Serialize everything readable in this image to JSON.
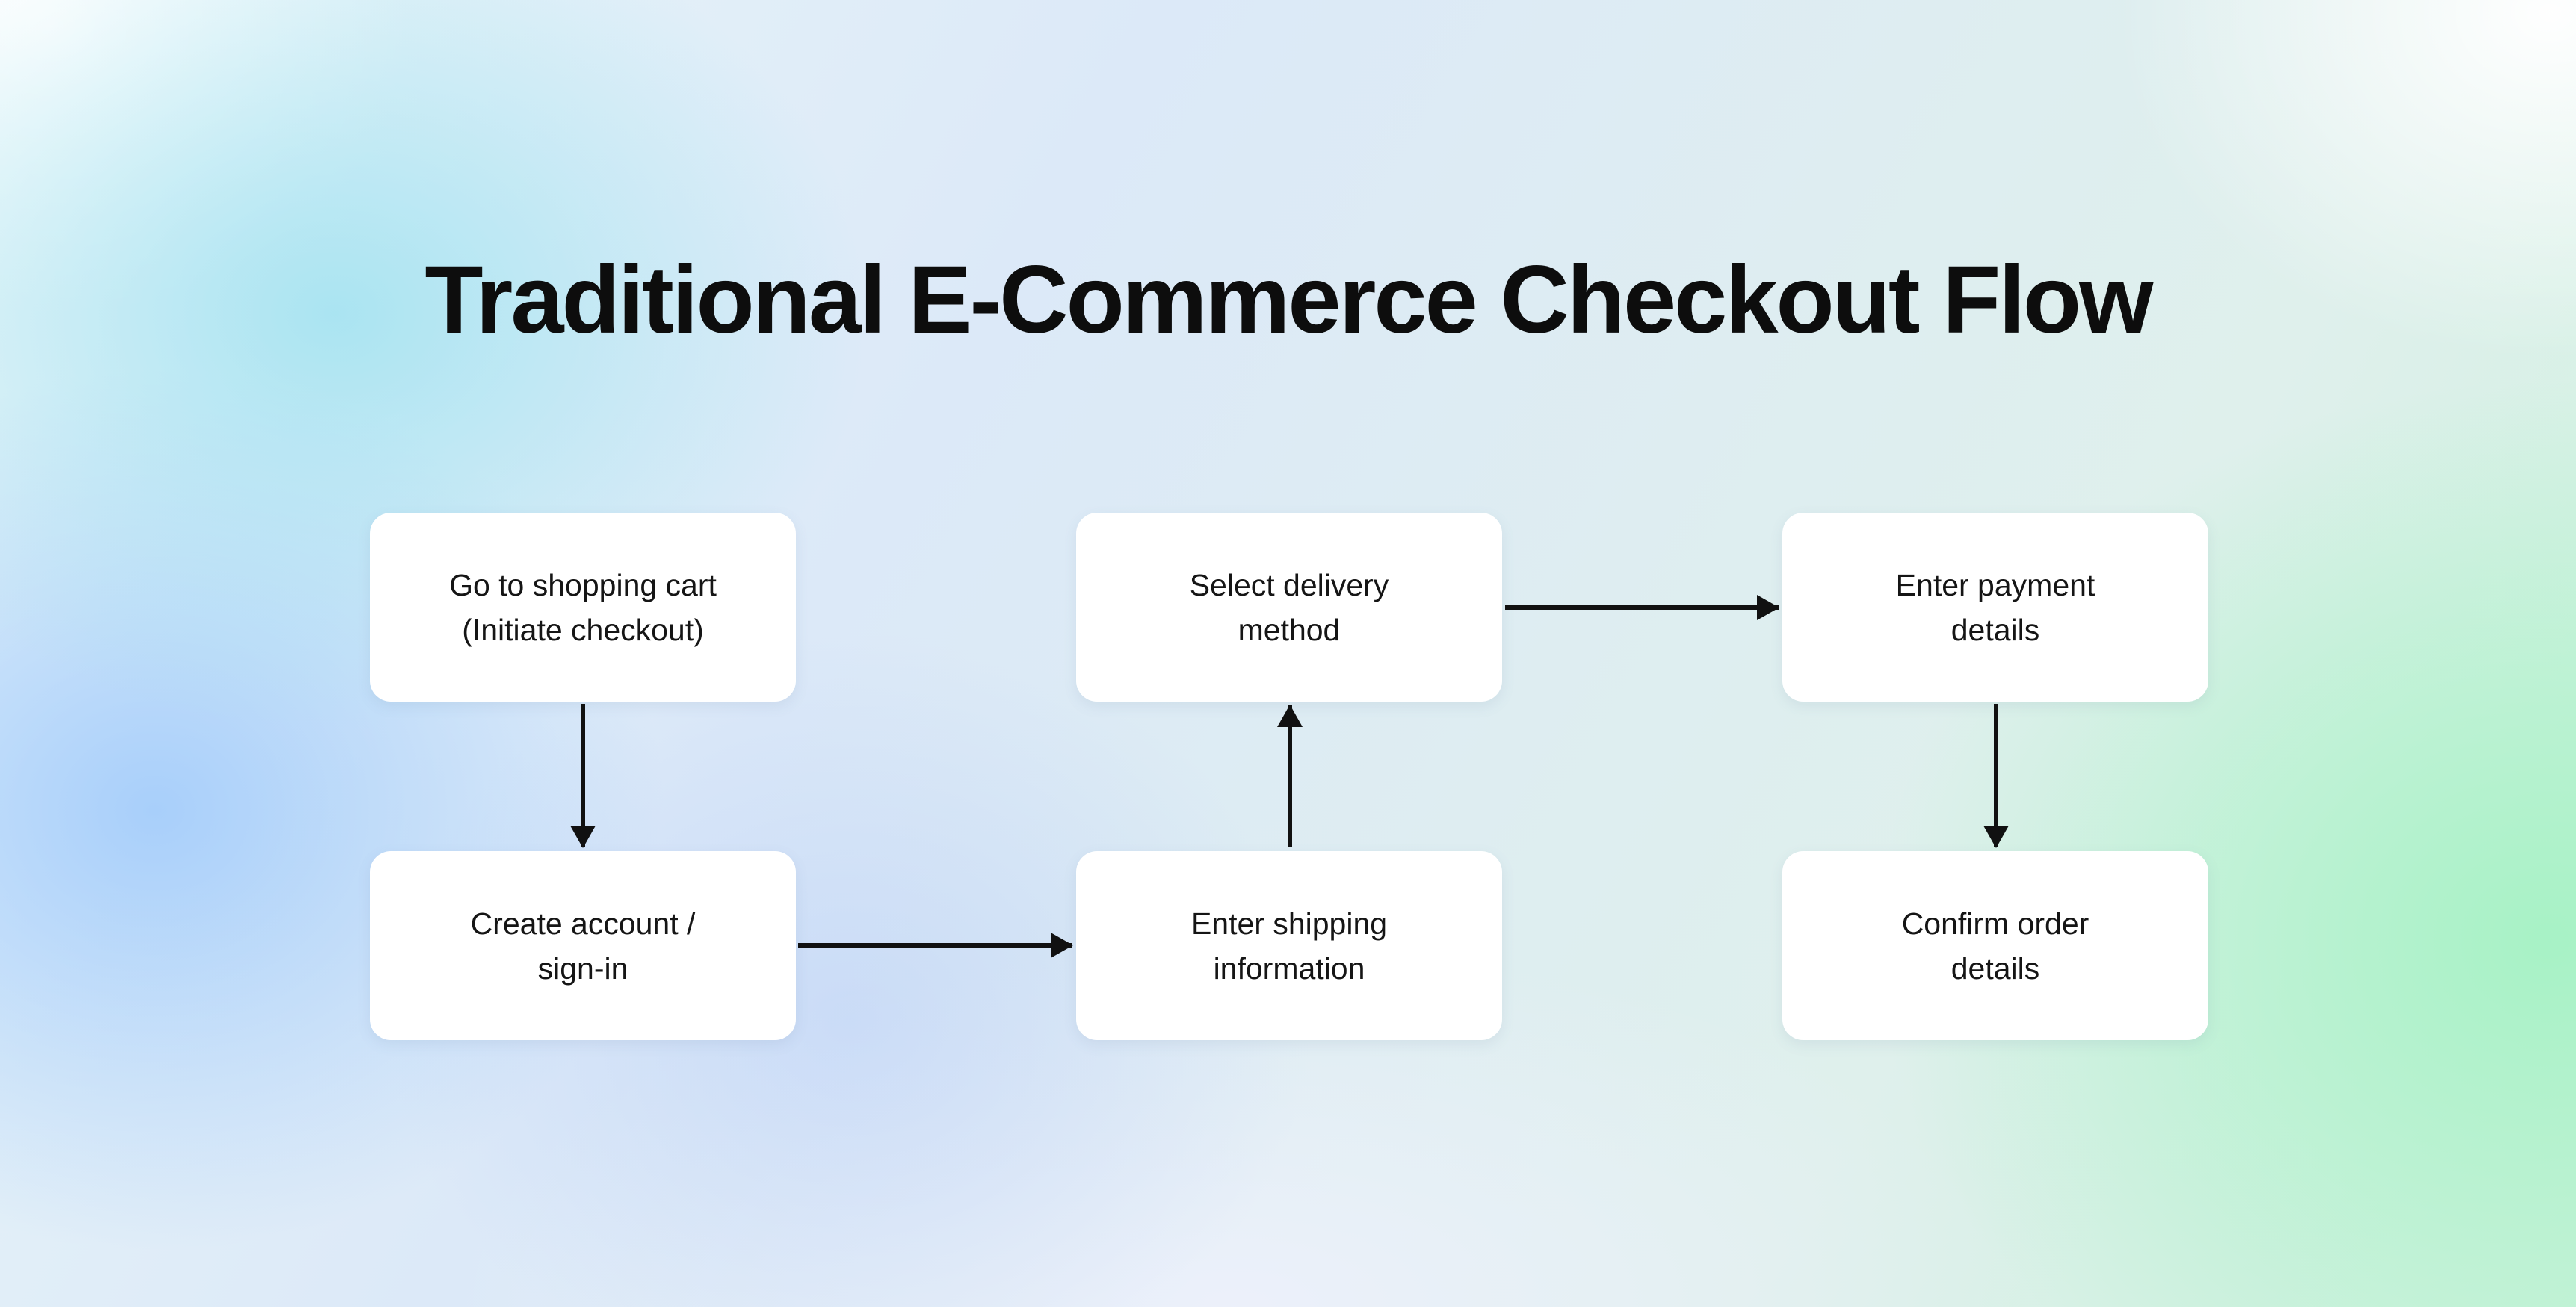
{
  "title": "Traditional E-Commerce Checkout Flow",
  "flow": {
    "nodes": [
      {
        "id": "cart",
        "label": "Go to shopping cart (Initiate checkout)",
        "lines": [
          "Go to shopping cart",
          "(Initiate checkout)"
        ]
      },
      {
        "id": "account",
        "label": "Create account / sign-in",
        "lines": [
          "Create account /",
          "sign-in"
        ]
      },
      {
        "id": "shipping",
        "label": "Enter shipping information",
        "lines": [
          "Enter shipping",
          "information"
        ]
      },
      {
        "id": "delivery",
        "label": "Select delivery method",
        "lines": [
          "Select delivery",
          "method"
        ]
      },
      {
        "id": "payment",
        "label": "Enter payment details",
        "lines": [
          "Enter payment",
          "details"
        ]
      },
      {
        "id": "confirm",
        "label": "Confirm order details",
        "lines": [
          "Confirm order",
          "details"
        ]
      }
    ],
    "edges": [
      {
        "from": "cart",
        "to": "account",
        "direction": "down"
      },
      {
        "from": "account",
        "to": "shipping",
        "direction": "right"
      },
      {
        "from": "shipping",
        "to": "delivery",
        "direction": "up"
      },
      {
        "from": "delivery",
        "to": "payment",
        "direction": "right"
      },
      {
        "from": "payment",
        "to": "confirm",
        "direction": "down"
      }
    ]
  },
  "colors": {
    "background_cyan": "#a0e2f0",
    "background_blue": "#a3ccfa",
    "background_green": "#a5f2c4",
    "background_lavender": "#e7edfb",
    "node_fill": "#ffffff",
    "text": "#111111",
    "arrow": "#111111"
  }
}
